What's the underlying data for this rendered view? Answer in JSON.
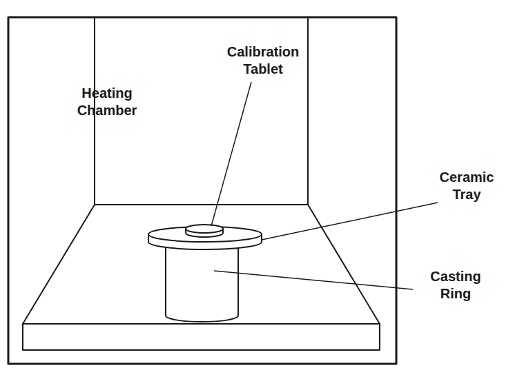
{
  "diagram": {
    "labels": [
      "Heating Chamber",
      "Calibration Tablet",
      "Ceramic Tray",
      "Casting Ring"
    ]
  }
}
